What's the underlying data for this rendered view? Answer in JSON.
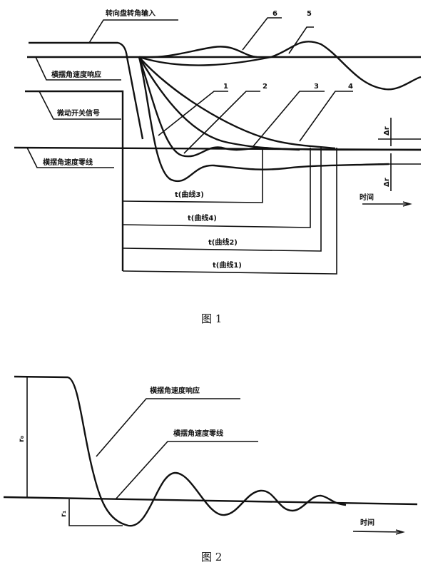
{
  "figure1": {
    "caption": "图 1",
    "labels": {
      "steering_input": "转向盘转角输入",
      "yaw_response": "横摆角速度响应",
      "switch_signal": "微动开关信号",
      "yaw_zero": "横摆角速度零线",
      "delta_r_top": "Δr",
      "delta_r_bottom": "Δr",
      "time": "时间"
    },
    "curve_numbers": [
      "1",
      "2",
      "3",
      "4",
      "5",
      "6"
    ],
    "durations": [
      "t(曲线3)",
      "t(曲线4)",
      "t(曲线2)",
      "t(曲线1)"
    ]
  },
  "figure2": {
    "caption": "图 2",
    "labels": {
      "yaw_response": "横摆角速度响应",
      "yaw_zero": "横摆角速度零线",
      "r0": "r₀",
      "r1": "r₁",
      "time": "时间"
    }
  }
}
